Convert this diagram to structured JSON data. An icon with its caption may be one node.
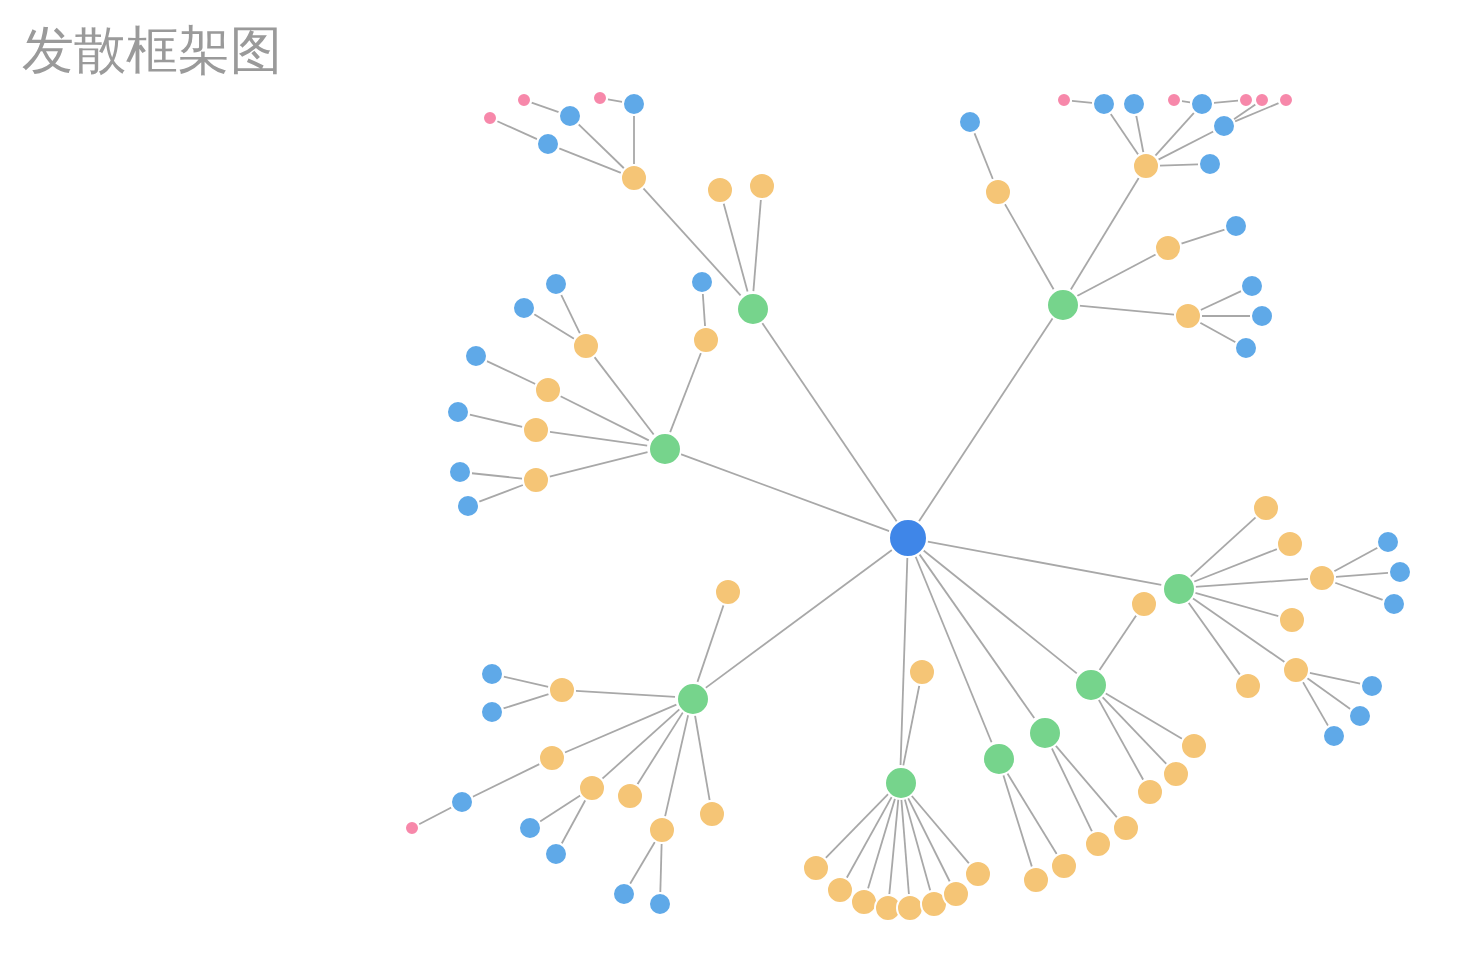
{
  "diagram": {
    "title": "发散框架图",
    "nodes": [
      {
        "text": [],
        "shape": "circle"
      },
      {
        "text": [],
        "shape": "circle"
      },
      {
        "text": [],
        "shape": "circle"
      },
      {
        "text": [],
        "shape": "circle"
      },
      {
        "text": [],
        "shape": "circle"
      },
      {
        "text": [],
        "shape": "circle"
      },
      {
        "text": [],
        "shape": "circle"
      },
      {
        "text": [],
        "shape": "circle"
      },
      {
        "text": [],
        "shape": "circle"
      },
      {
        "text": [],
        "shape": "circle"
      },
      {
        "text": [],
        "shape": "circle"
      },
      {
        "text": [],
        "shape": "circle"
      },
      {
        "text": [],
        "shape": "circle"
      },
      {
        "text": [],
        "shape": "circle"
      },
      {
        "text": [],
        "shape": "circle"
      },
      {
        "text": [],
        "shape": "circle"
      },
      {
        "text": [],
        "shape": "circle"
      },
      {
        "text": [],
        "shape": "circle"
      },
      {
        "text": [],
        "shape": "circle"
      },
      {
        "text": [],
        "shape": "circle"
      },
      {
        "text": [],
        "shape": "circle"
      },
      {
        "text": [],
        "shape": "circle"
      },
      {
        "text": [],
        "shape": "circle"
      },
      {
        "text": [],
        "shape": "circle"
      },
      {
        "text": [],
        "shape": "circle"
      },
      {
        "text": [],
        "shape": "circle"
      },
      {
        "text": [],
        "shape": "circle"
      },
      {
        "text": [],
        "shape": "circle"
      },
      {
        "text": [],
        "shape": "circle"
      },
      {
        "text": [],
        "shape": "circle"
      },
      {
        "text": [],
        "shape": "circle"
      },
      {
        "text": [],
        "shape": "circle"
      },
      {
        "text": [],
        "shape": "circle"
      },
      {
        "text": [],
        "shape": "circle"
      },
      {
        "text": [],
        "shape": "circle"
      },
      {
        "text": [],
        "shape": "circle"
      },
      {
        "text": [],
        "shape": "circle"
      },
      {
        "text": [],
        "shape": "circle"
      },
      {
        "text": [],
        "shape": "circle"
      },
      {
        "text": [],
        "shape": "circle"
      },
      {
        "text": [],
        "shape": "circle"
      },
      {
        "text": [],
        "shape": "circle"
      },
      {
        "text": [],
        "shape": "circle"
      },
      {
        "text": [],
        "shape": "circle"
      },
      {
        "text": [],
        "shape": "circle"
      },
      {
        "text": [],
        "shape": "circle"
      },
      {
        "text": [],
        "shape": "circle"
      },
      {
        "text": [],
        "shape": "circle"
      },
      {
        "text": [],
        "shape": "circle"
      },
      {
        "text": [],
        "shape": "circle"
      },
      {
        "text": [],
        "shape": "circle"
      },
      {
        "text": [],
        "shape": "circle"
      },
      {
        "text": [],
        "shape": "circle"
      },
      {
        "text": [],
        "shape": "circle"
      },
      {
        "text": [],
        "shape": "circle"
      },
      {
        "text": [],
        "shape": "circle"
      },
      {
        "text": [],
        "shape": "circle"
      },
      {
        "text": [],
        "shape": "circle"
      },
      {
        "text": [],
        "shape": "circle"
      },
      {
        "text": [],
        "shape": "circle"
      },
      {
        "text": [],
        "shape": "circle"
      },
      {
        "text": [],
        "shape": "circle"
      },
      {
        "text": [],
        "shape": "circle"
      },
      {
        "text": [],
        "shape": "circle"
      },
      {
        "text": [],
        "shape": "circle"
      },
      {
        "text": [],
        "shape": "circle"
      },
      {
        "text": [],
        "shape": "circle"
      },
      {
        "text": [],
        "shape": "circle"
      },
      {
        "text": [],
        "shape": "circle"
      },
      {
        "text": [],
        "shape": "circle"
      },
      {
        "text": [],
        "shape": "circle"
      },
      {
        "text": [],
        "shape": "circle"
      },
      {
        "text": [],
        "shape": "circle"
      },
      {
        "text": [],
        "shape": "circle"
      },
      {
        "text": [],
        "shape": "circle"
      },
      {
        "text": [],
        "shape": "circle"
      },
      {
        "text": [],
        "shape": "circle"
      },
      {
        "text": [],
        "shape": "circle"
      },
      {
        "text": [],
        "shape": "circle"
      },
      {
        "text": [],
        "shape": "circle"
      },
      {
        "text": [],
        "shape": "circle"
      },
      {
        "text": [],
        "shape": "circle"
      },
      {
        "text": [],
        "shape": "circle"
      },
      {
        "text": [],
        "shape": "circle"
      },
      {
        "text": [],
        "shape": "circle"
      },
      {
        "text": [],
        "shape": "circle"
      },
      {
        "text": [],
        "shape": "circle"
      },
      {
        "text": [],
        "shape": "circle"
      },
      {
        "text": [],
        "shape": "circle"
      },
      {
        "text": [],
        "shape": "circle"
      },
      {
        "text": [],
        "shape": "circle"
      },
      {
        "text": [],
        "shape": "circle"
      },
      {
        "text": [],
        "shape": "circle"
      },
      {
        "text": [],
        "shape": "circle"
      }
    ],
    "edges": [
      {
        "from": 0,
        "to": 1,
        "arrow": "none"
      },
      {
        "from": 0,
        "to": 2,
        "arrow": "none"
      },
      {
        "from": 0,
        "to": 3,
        "arrow": "none"
      },
      {
        "from": 0,
        "to": 4,
        "arrow": "none"
      },
      {
        "from": 0,
        "to": 5,
        "arrow": "none"
      },
      {
        "from": 0,
        "to": 6,
        "arrow": "none"
      },
      {
        "from": 0,
        "to": 7,
        "arrow": "none"
      },
      {
        "from": 0,
        "to": 8,
        "arrow": "none"
      },
      {
        "from": 0,
        "to": 9,
        "arrow": "none"
      },
      {
        "from": 1,
        "to": 10,
        "arrow": "none"
      },
      {
        "from": 1,
        "to": 11,
        "arrow": "none"
      },
      {
        "from": 1,
        "to": 12,
        "arrow": "none"
      },
      {
        "from": 10,
        "to": 13,
        "arrow": "none"
      },
      {
        "from": 10,
        "to": 14,
        "arrow": "none"
      },
      {
        "from": 10,
        "to": 15,
        "arrow": "none"
      },
      {
        "from": 13,
        "to": 16,
        "arrow": "none"
      },
      {
        "from": 14,
        "to": 17,
        "arrow": "none"
      },
      {
        "from": 15,
        "to": 18,
        "arrow": "none"
      },
      {
        "from": 2,
        "to": 19,
        "arrow": "none"
      },
      {
        "from": 19,
        "to": 20,
        "arrow": "none"
      },
      {
        "from": 2,
        "to": 21,
        "arrow": "none"
      },
      {
        "from": 21,
        "to": 22,
        "arrow": "none"
      },
      {
        "from": 21,
        "to": 23,
        "arrow": "none"
      },
      {
        "from": 2,
        "to": 24,
        "arrow": "none"
      },
      {
        "from": 24,
        "to": 25,
        "arrow": "none"
      },
      {
        "from": 2,
        "to": 26,
        "arrow": "none"
      },
      {
        "from": 26,
        "to": 27,
        "arrow": "none"
      },
      {
        "from": 2,
        "to": 28,
        "arrow": "none"
      },
      {
        "from": 28,
        "to": 29,
        "arrow": "none"
      },
      {
        "from": 28,
        "to": 30,
        "arrow": "none"
      },
      {
        "from": 3,
        "to": 31,
        "arrow": "none"
      },
      {
        "from": 31,
        "to": 32,
        "arrow": "none"
      },
      {
        "from": 3,
        "to": 33,
        "arrow": "none"
      },
      {
        "from": 33,
        "to": 34,
        "arrow": "none"
      },
      {
        "from": 33,
        "to": 35,
        "arrow": "none"
      },
      {
        "from": 33,
        "to": 36,
        "arrow": "none"
      },
      {
        "from": 33,
        "to": 37,
        "arrow": "none"
      },
      {
        "from": 33,
        "to": 38,
        "arrow": "none"
      },
      {
        "from": 34,
        "to": 39,
        "arrow": "none"
      },
      {
        "from": 36,
        "to": 40,
        "arrow": "none"
      },
      {
        "from": 36,
        "to": 41,
        "arrow": "none"
      },
      {
        "from": 37,
        "to": 42,
        "arrow": "none"
      },
      {
        "from": 37,
        "to": 43,
        "arrow": "none"
      },
      {
        "from": 3,
        "to": 44,
        "arrow": "none"
      },
      {
        "from": 44,
        "to": 45,
        "arrow": "none"
      },
      {
        "from": 3,
        "to": 46,
        "arrow": "none"
      },
      {
        "from": 46,
        "to": 47,
        "arrow": "none"
      },
      {
        "from": 46,
        "to": 48,
        "arrow": "none"
      },
      {
        "from": 46,
        "to": 49,
        "arrow": "none"
      },
      {
        "from": 4,
        "to": 50,
        "arrow": "none"
      },
      {
        "from": 4,
        "to": 51,
        "arrow": "none"
      },
      {
        "from": 4,
        "to": 52,
        "arrow": "none"
      },
      {
        "from": 52,
        "to": 53,
        "arrow": "none"
      },
      {
        "from": 52,
        "to": 54,
        "arrow": "none"
      },
      {
        "from": 52,
        "to": 55,
        "arrow": "none"
      },
      {
        "from": 4,
        "to": 56,
        "arrow": "none"
      },
      {
        "from": 4,
        "to": 57,
        "arrow": "none"
      },
      {
        "from": 4,
        "to": 58,
        "arrow": "none"
      },
      {
        "from": 58,
        "to": 59,
        "arrow": "none"
      },
      {
        "from": 58,
        "to": 60,
        "arrow": "none"
      },
      {
        "from": 58,
        "to": 61,
        "arrow": "none"
      },
      {
        "from": 9,
        "to": 62,
        "arrow": "none"
      },
      {
        "from": 9,
        "to": 63,
        "arrow": "none"
      },
      {
        "from": 9,
        "to": 64,
        "arrow": "none"
      },
      {
        "from": 9,
        "to": 65,
        "arrow": "none"
      },
      {
        "from": 8,
        "to": 66,
        "arrow": "none"
      },
      {
        "from": 8,
        "to": 67,
        "arrow": "none"
      },
      {
        "from": 7,
        "to": 68,
        "arrow": "none"
      },
      {
        "from": 7,
        "to": 69,
        "arrow": "none"
      },
      {
        "from": 6,
        "to": 70,
        "arrow": "none"
      },
      {
        "from": 6,
        "to": 71,
        "arrow": "none"
      },
      {
        "from": 6,
        "to": 72,
        "arrow": "none"
      },
      {
        "from": 6,
        "to": 73,
        "arrow": "none"
      },
      {
        "from": 6,
        "to": 74,
        "arrow": "none"
      },
      {
        "from": 6,
        "to": 75,
        "arrow": "none"
      },
      {
        "from": 6,
        "to": 76,
        "arrow": "none"
      },
      {
        "from": 6,
        "to": 77,
        "arrow": "none"
      },
      {
        "from": 6,
        "to": 78,
        "arrow": "none"
      },
      {
        "from": 5,
        "to": 79,
        "arrow": "none"
      },
      {
        "from": 5,
        "to": 80,
        "arrow": "none"
      },
      {
        "from": 80,
        "to": 81,
        "arrow": "none"
      },
      {
        "from": 80,
        "to": 82,
        "arrow": "none"
      },
      {
        "from": 5,
        "to": 83,
        "arrow": "none"
      },
      {
        "from": 83,
        "to": 84,
        "arrow": "none"
      },
      {
        "from": 84,
        "to": 85,
        "arrow": "none"
      },
      {
        "from": 5,
        "to": 86,
        "arrow": "none"
      },
      {
        "from": 86,
        "to": 87,
        "arrow": "none"
      },
      {
        "from": 86,
        "to": 88,
        "arrow": "none"
      },
      {
        "from": 5,
        "to": 89,
        "arrow": "none"
      },
      {
        "from": 5,
        "to": 90,
        "arrow": "none"
      },
      {
        "from": 90,
        "to": 91,
        "arrow": "none"
      },
      {
        "from": 90,
        "to": 92,
        "arrow": "none"
      },
      {
        "from": 5,
        "to": 93,
        "arrow": "none"
      }
    ]
  }
}
